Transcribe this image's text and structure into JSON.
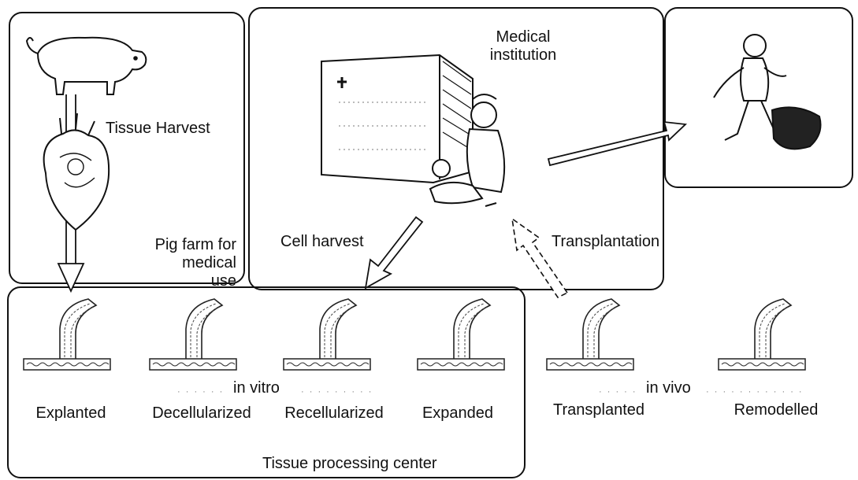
{
  "regions": {
    "pig_farm": "Pig farm for\nmedical use",
    "medical_institution": "Medical\ninstitution",
    "processing_center": "Tissue processing center"
  },
  "arrows": {
    "tissue_harvest": "Tissue Harvest",
    "cell_harvest": "Cell harvest",
    "transplantation": "Transplantation"
  },
  "phases": {
    "in_vitro": "in vitro",
    "in_vivo": "in vivo"
  },
  "stages": [
    "Explanted",
    "Decellularized",
    "Recellularized",
    "Expanded",
    "Transplanted",
    "Remodelled"
  ],
  "icons": {
    "pig": "pig-icon",
    "heart": "heart-icon",
    "building": "hospital-building-icon",
    "nurse": "nurse-with-patient-icon",
    "child": "running-child-icon",
    "tissue": "tissue-flap-icon"
  },
  "colors": {
    "line": "#111111",
    "background": "#ffffff"
  }
}
